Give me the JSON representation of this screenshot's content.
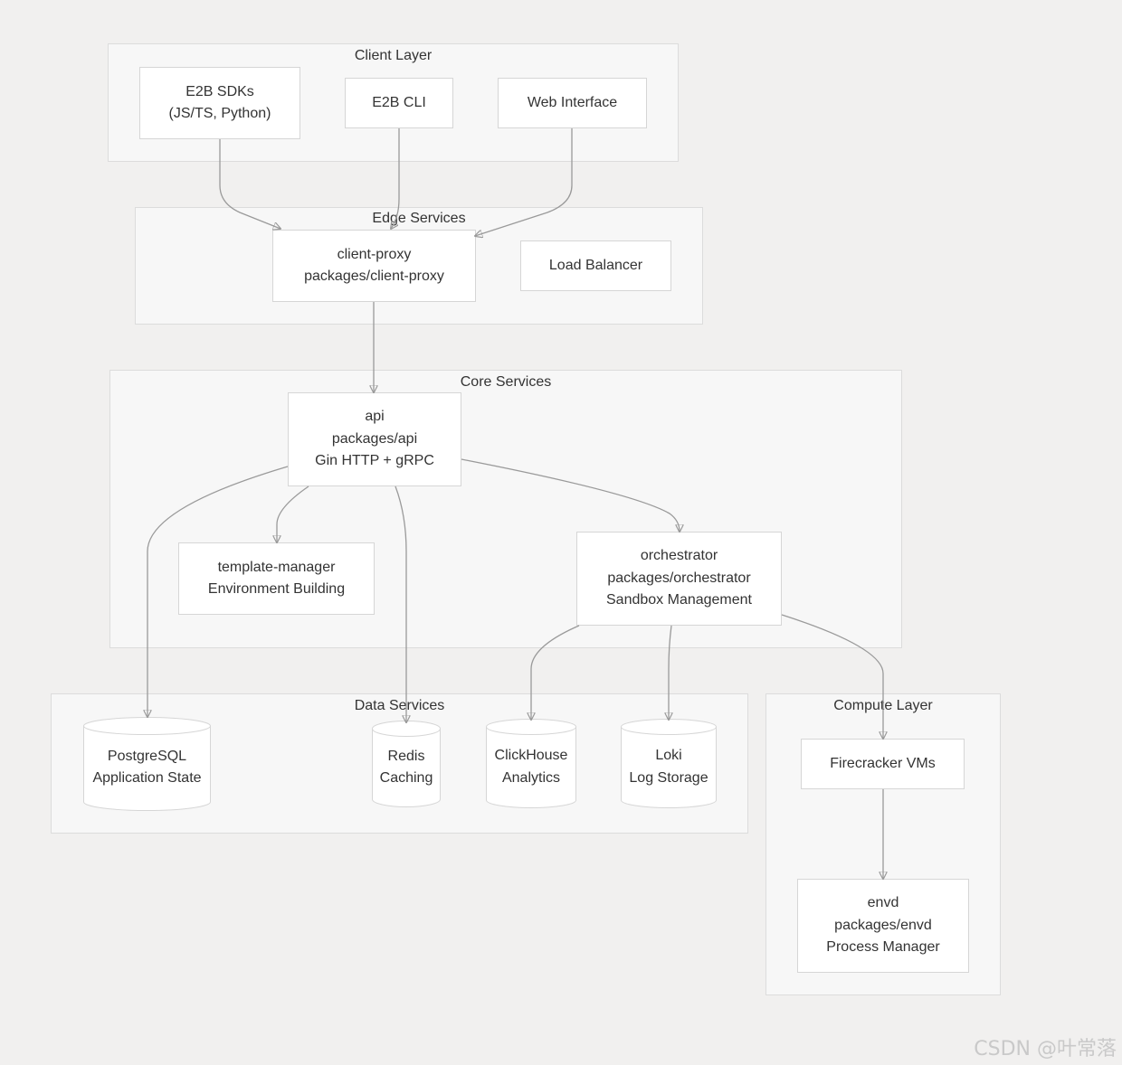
{
  "clusters": {
    "client": "Client Layer",
    "edge": "Edge Services",
    "core": "Core Services",
    "data": "Data Services",
    "compute": "Compute Layer"
  },
  "nodes": {
    "sdks": [
      "E2B SDKs",
      "(JS/TS, Python)"
    ],
    "cli": [
      "E2B CLI"
    ],
    "web": [
      "Web Interface"
    ],
    "client_proxy": [
      "client-proxy",
      "packages/client-proxy"
    ],
    "load_balancer": [
      "Load Balancer"
    ],
    "api": [
      "api",
      "packages/api",
      "Gin HTTP + gRPC"
    ],
    "template_manager": [
      "template-manager",
      "Environment Building"
    ],
    "orchestrator": [
      "orchestrator",
      "packages/orchestrator",
      "Sandbox Management"
    ],
    "postgres": [
      "PostgreSQL",
      "Application State"
    ],
    "redis": [
      "Redis",
      "Caching"
    ],
    "clickhouse": [
      "ClickHouse",
      "Analytics"
    ],
    "loki": [
      "Loki",
      "Log Storage"
    ],
    "firecracker": [
      "Firecracker VMs"
    ],
    "envd": [
      "envd",
      "packages/envd",
      "Process Manager"
    ]
  },
  "watermark": "CSDN @叶常落",
  "colors": {
    "background": "#f1f0ef",
    "cluster_fill": "#f7f7f7",
    "node_fill": "#ffffff",
    "edge": "#9a9a9a"
  }
}
